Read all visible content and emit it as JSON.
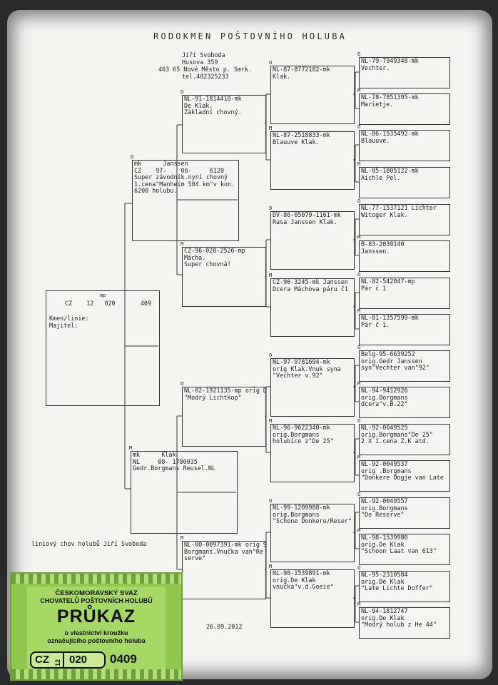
{
  "title": "RODOKMEN POŠTOVNÍHO HOLUBA",
  "owner": {
    "name": "Jiří Svoboda",
    "street": "Husova 359",
    "city": "463 65 Nové Město p. Smrk.",
    "phone": "tel.482325233"
  },
  "subject": {
    "sex": "mp",
    "line1": "CZ    12   020       409",
    "kmen_label": "Kmen/linie:",
    "majitel_label": "Majitel:"
  },
  "gen1": {
    "father": {
      "sex": "O",
      "lines": [
        "mk      Janssen",
        "CZ    97-    06-     6120",
        "Super závodník.nyní chovný",
        "1.cena\"Manheim 504 km\"v kon.",
        "6200 holubu."
      ]
    },
    "mother": {
      "sex": "M",
      "lines": [
        "mk      Klak",
        "NL     08- 1780035",
        "Gedr.Borgmans Reusel.NL"
      ]
    }
  },
  "gen2": [
    {
      "sex": "O",
      "lines": [
        "NL-91-1814410-mk",
        "De Klak.",
        "Základní chovný."
      ]
    },
    {
      "sex": "M",
      "lines": [
        "CZ-96-028-2526-mp",
        "Mácha.",
        "Super chovná!"
      ]
    },
    {
      "sex": "O",
      "lines": [
        "NL-02-1921135-mp orig D",
        "\"Modrý Lichtkop\""
      ]
    },
    {
      "sex": "M",
      "lines": [
        "NL-00-0097391-mk orig 9",
        "Borgmans.Vnučka van\"Re",
        "serve\""
      ]
    }
  ],
  "gen3": [
    {
      "sex": "O",
      "lines": [
        "NL-87-8772182-mk",
        "Klak."
      ]
    },
    {
      "sex": "M",
      "lines": [
        "NL-87-2518833-mk",
        "Blauuve Klak."
      ]
    },
    {
      "sex": "O",
      "lines": [
        "DV-86-05079-1161-mk",
        "Rasa Janssen Klak."
      ]
    },
    {
      "sex": "M",
      "lines": [
        "CZ-90-3245-mk Janssen",
        "Dcera Máchova páru č1"
      ]
    },
    {
      "sex": "O",
      "lines": [
        "NL-97-9781694-mk",
        "orig Klak.Vnuk syna",
        "\"Vechter v.92\""
      ]
    },
    {
      "sex": "M",
      "lines": [
        "NL-96-9622340-mk",
        "orig.Borgmans",
        "holubice z\"De 25\""
      ]
    },
    {
      "sex": "O",
      "lines": [
        "NL-99-1209988-mk",
        "orig.Borgmans",
        "\"Schone Donkere/Reser\""
      ]
    },
    {
      "sex": "M",
      "lines": [
        "NL-98-1539891-mk",
        "orig.De Klak",
        "vnučka\"v.d.Goeie\""
      ]
    }
  ],
  "gen4": [
    {
      "sex": "O",
      "lines": [
        "NL-79-7949348-mk",
        "Vechter."
      ]
    },
    {
      "sex": "M",
      "lines": [
        "NL-78-7851395-mk",
        "Marietje."
      ]
    },
    {
      "sex": "O",
      "lines": [
        "NL-86-1535492-mk",
        "Blauuve."
      ]
    },
    {
      "sex": "M",
      "lines": [
        "NL-85-1805122-mk",
        "Aichle Pel."
      ]
    },
    {
      "sex": "O",
      "lines": [
        "NL-77-1537121 Lichter",
        "Witoger Klak."
      ]
    },
    {
      "sex": "M",
      "lines": [
        "B-83-2039140",
        "Janssen."
      ]
    },
    {
      "sex": "O",
      "lines": [
        "NL-82-542047-mp",
        "Pár č 1"
      ]
    },
    {
      "sex": "M",
      "lines": [
        "NL-81-1357599-mk",
        "Pár č 1."
      ]
    },
    {
      "sex": "O",
      "lines": [
        "Belg-95-6639252",
        "orig.Gedr Janssen",
        "syn\"Vechter van\"92\""
      ]
    },
    {
      "sex": "M",
      "lines": [
        "NL-94-9412926",
        "orig.Borgmans",
        "dcera\"v.B.22\""
      ]
    },
    {
      "sex": "O",
      "lines": [
        "NL-92-0049525",
        "orig.Borgmans\"De 25\"",
        "2 X 1.cena Z.K atd."
      ]
    },
    {
      "sex": "M",
      "lines": [
        "NL-92-0049537",
        "orig .Borgmans",
        "\"Donkere Oogje van Late"
      ]
    },
    {
      "sex": "O",
      "lines": [
        "NL-92-0049557",
        "orig.Borgmans",
        "\"De Reserve\""
      ]
    },
    {
      "sex": "M",
      "lines": [
        "NL-98-1539980",
        "orig.De Klak",
        "\"Schoon Laat van 613\""
      ]
    },
    {
      "sex": "O",
      "lines": [
        "NL-95-2310584",
        "orig.De Klak",
        "\"Late Lichte Doffer\""
      ]
    },
    {
      "sex": "M",
      "lines": [
        "NL-94-1812747",
        "orig.De Klak",
        "\"Modrý holub z He 44\""
      ]
    }
  ],
  "footer": {
    "breeder_note": "liniový chov holubů Jiří Svoboda",
    "date": "26.09.2012"
  },
  "card": {
    "line1": "ČESKOMORAVSKÝ SVAZ",
    "line2": "CHOVATELŮ POŠTOVNÍCH HOLUBŮ",
    "big": "PRŮKAZ",
    "line3": "o vlastnictví kroužku",
    "line4": "označujícího poštovního holuba",
    "ring_country": "CZ",
    "ring_year": "12",
    "ring_club": "020",
    "ring_number": "0409"
  },
  "colors": {
    "card_green": "#8fc64c",
    "ink": "#1e1e1e"
  }
}
